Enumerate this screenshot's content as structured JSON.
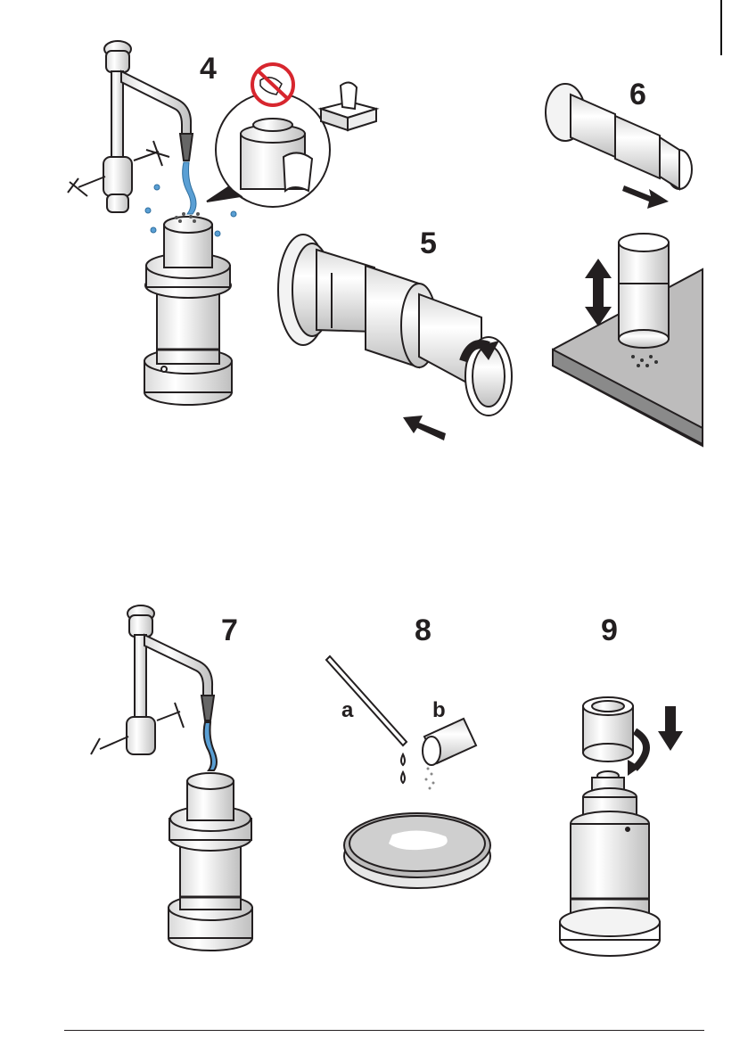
{
  "steps": [
    {
      "number": "4"
    },
    {
      "number": "5"
    },
    {
      "number": "6"
    },
    {
      "number": "7"
    },
    {
      "number": "8"
    },
    {
      "number": "9"
    }
  ],
  "step8_labels": {
    "a": "a",
    "b": "b"
  },
  "icons": [
    "no-touch-wipe-prohibited-icon",
    "tissue-box-icon",
    "faucet-icon",
    "arrow-icon",
    "rotate-arrow-icon",
    "up-down-arrow-icon"
  ],
  "colors": {
    "line": "#231f20",
    "water": "#5a9fd4",
    "prohibit": "#d7262e",
    "grey": "#bdbcbc",
    "light_grey": "#e6e6e6",
    "dark_grey": "#8a8a8a"
  }
}
